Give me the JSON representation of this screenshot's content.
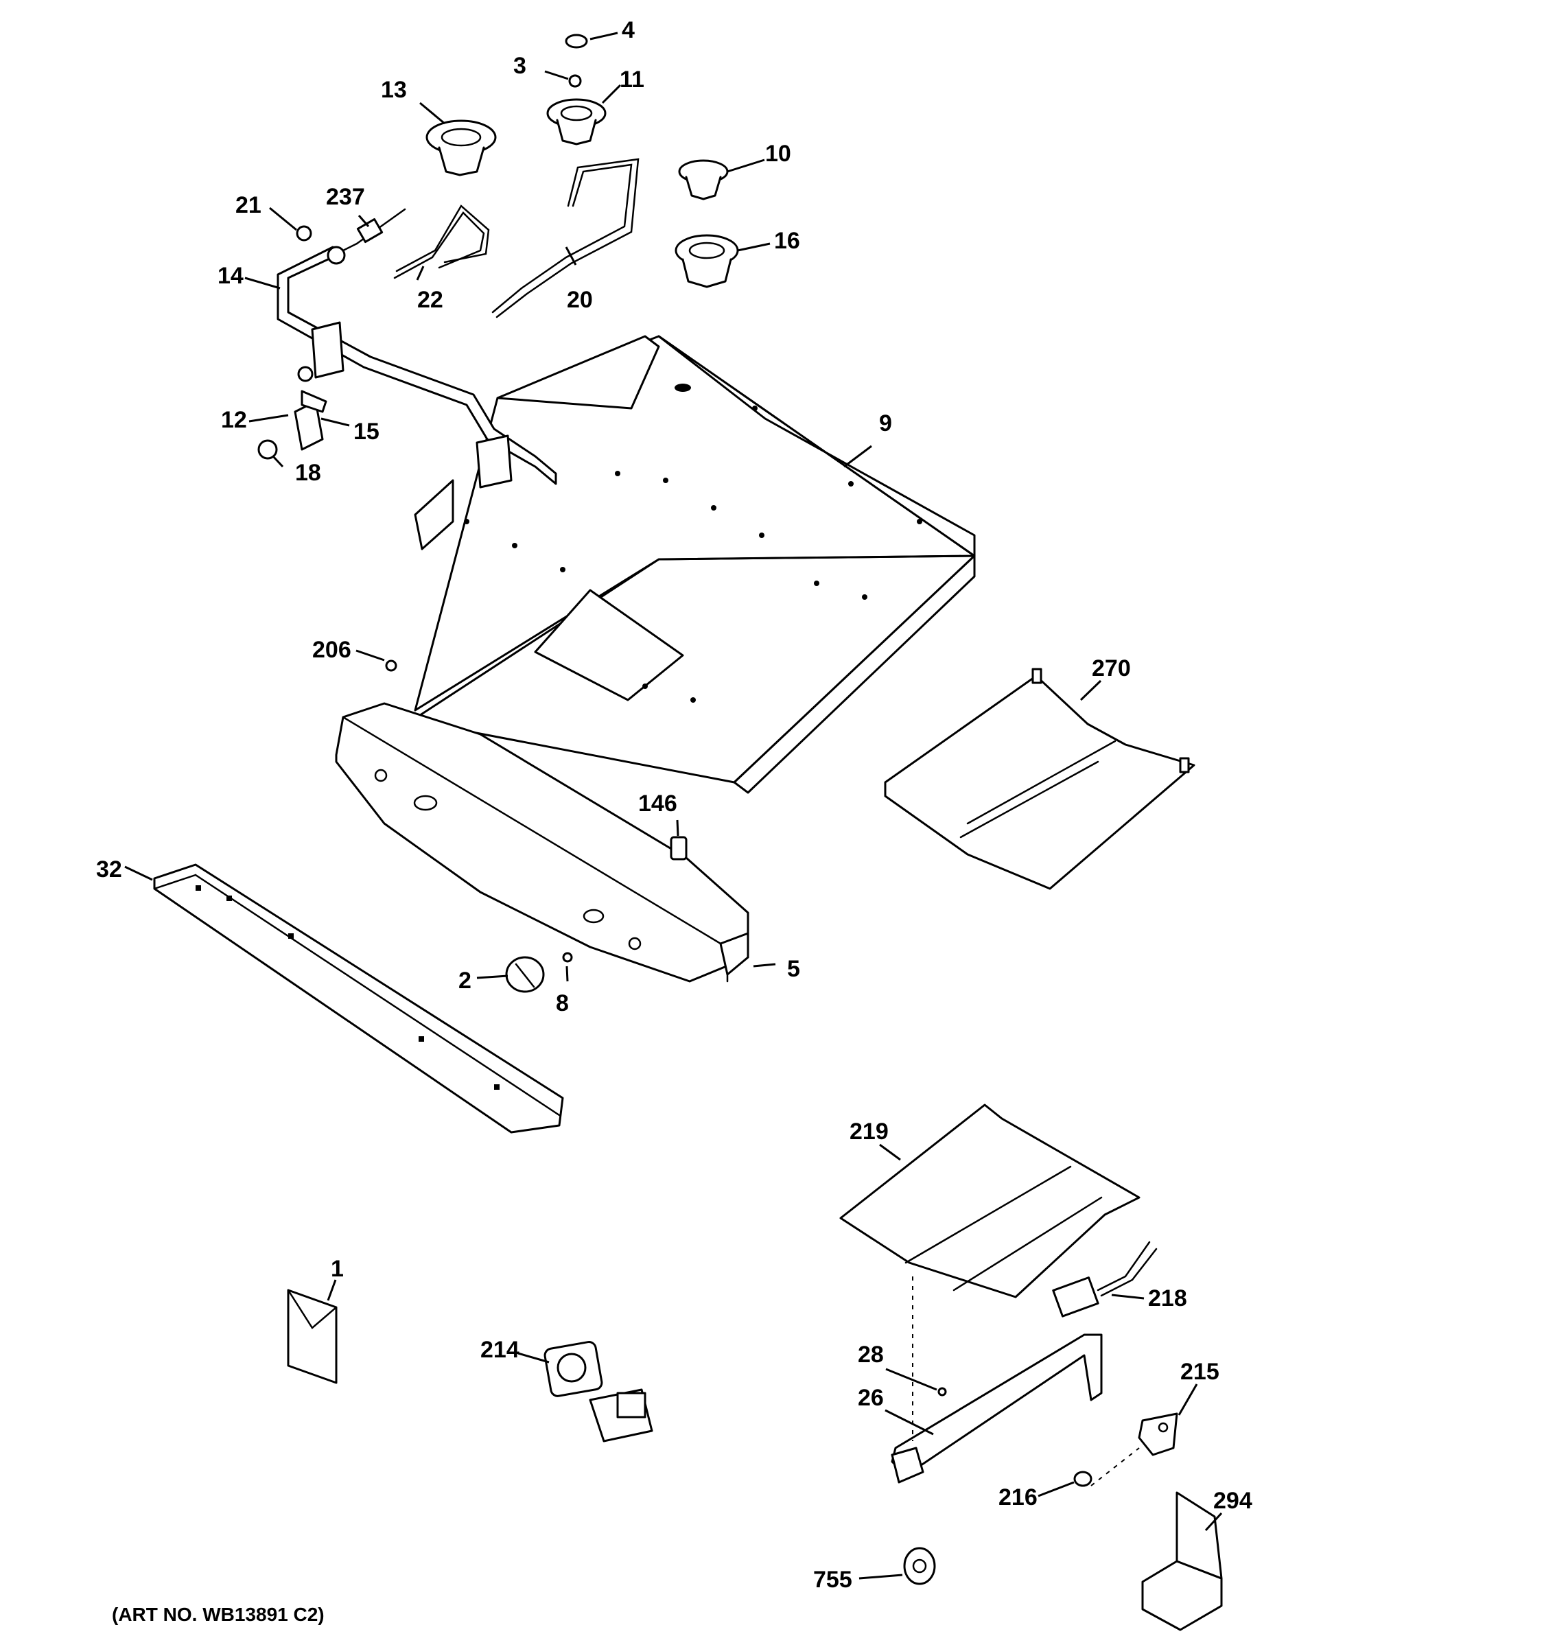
{
  "diagram": {
    "art_number": "(ART NO. WB13891 C2)",
    "labels": {
      "p1": "1",
      "p2": "2",
      "p3": "3",
      "p4": "4",
      "p5": "5",
      "p8": "8",
      "p9": "9",
      "p10": "10",
      "p11": "11",
      "p12": "12",
      "p13": "13",
      "p14": "14",
      "p15": "15",
      "p16": "16",
      "p18": "18",
      "p20": "20",
      "p21": "21",
      "p22": "22",
      "p26": "26",
      "p28": "28",
      "p32": "32",
      "p146": "146",
      "p206": "206",
      "p214": "214",
      "p215": "215",
      "p216": "216",
      "p218": "218",
      "p219": "219",
      "p237": "237",
      "p270": "270",
      "p294": "294",
      "p755": "755"
    }
  }
}
